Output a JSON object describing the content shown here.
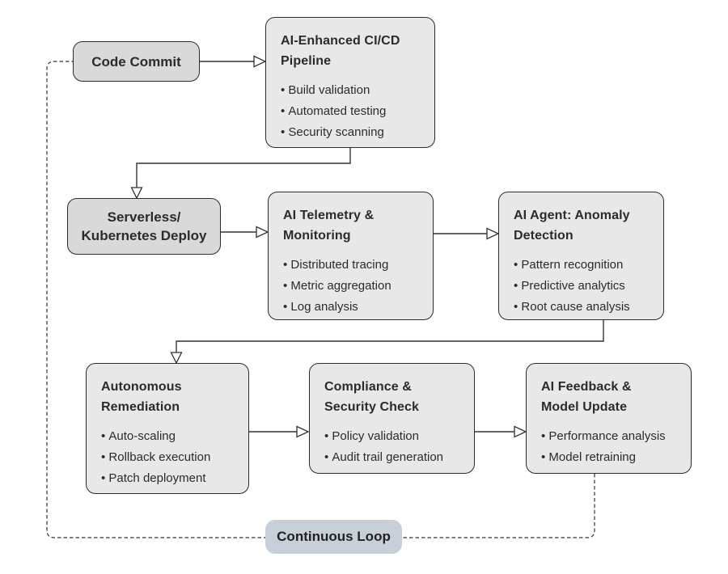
{
  "colors": {
    "background": "#ffffff",
    "detail_box_fill": "#e8e8e8",
    "plain_box_fill": "#d9d9d9",
    "box_border": "#2b2b2b",
    "text": "#2b2b2b",
    "connector": "#333333",
    "loop_pill_fill": "#c8cfd9"
  },
  "nodes": {
    "code_commit": {
      "title": "Code Commit"
    },
    "cicd": {
      "title": "AI-Enhanced CI/CD\nPipeline",
      "bullets": [
        "Build validation",
        "Automated testing",
        "Security scanning"
      ]
    },
    "deploy": {
      "title": "Serverless/\nKubernetes Deploy"
    },
    "telemetry": {
      "title": "AI Telemetry &\nMonitoring",
      "bullets": [
        "Distributed tracing",
        "Metric aggregation",
        "Log analysis"
      ]
    },
    "anomaly": {
      "title": "AI Agent: Anomaly\nDetection",
      "bullets": [
        "Pattern recognition",
        "Predictive analytics",
        "Root cause analysis"
      ]
    },
    "remediation": {
      "title": "Autonomous\nRemediation",
      "bullets": [
        "Auto-scaling",
        "Rollback execution",
        "Patch deployment"
      ]
    },
    "compliance": {
      "title": "Compliance &\nSecurity Check",
      "bullets": [
        "Policy validation",
        "Audit trail generation"
      ]
    },
    "feedback": {
      "title": "AI Feedback &\nModel Update",
      "bullets": [
        "Performance analysis",
        "Model retraining"
      ]
    }
  },
  "loop": {
    "label": "Continuous Loop"
  },
  "edges": [
    {
      "from": "code_commit",
      "to": "cicd",
      "style": "solid"
    },
    {
      "from": "cicd",
      "to": "deploy",
      "style": "solid"
    },
    {
      "from": "deploy",
      "to": "telemetry",
      "style": "solid"
    },
    {
      "from": "telemetry",
      "to": "anomaly",
      "style": "solid"
    },
    {
      "from": "anomaly",
      "to": "remediation",
      "style": "solid"
    },
    {
      "from": "remediation",
      "to": "compliance",
      "style": "solid"
    },
    {
      "from": "compliance",
      "to": "feedback",
      "style": "solid"
    },
    {
      "from": "feedback",
      "to": "code_commit",
      "style": "dashed"
    }
  ]
}
